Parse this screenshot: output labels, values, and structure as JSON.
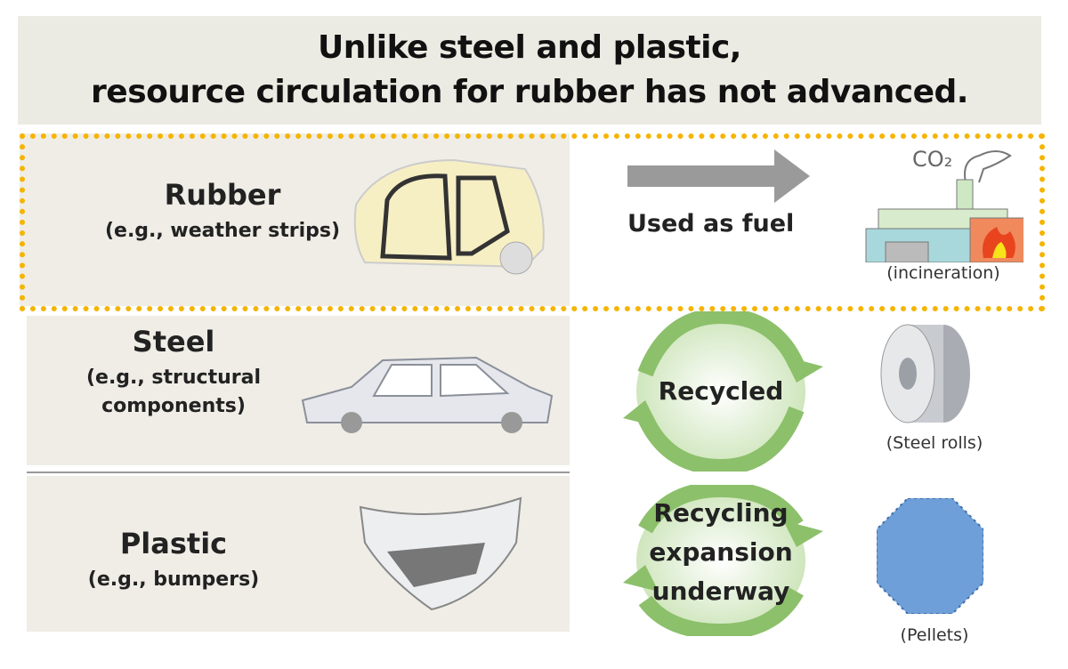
{
  "title": {
    "line1": "Unlike steel and plastic,",
    "line2": "resource circulation for rubber has not advanced."
  },
  "rows": [
    {
      "material": "Rubber",
      "example": "(e.g., weather strips)",
      "process": "Used as fuel",
      "result_caption": "(incineration)",
      "result_label": "CO₂"
    },
    {
      "material": "Steel",
      "example_line1": "(e.g., structural",
      "example_line2": "components)",
      "process": "Recycled",
      "result_caption": "(Steel rolls)"
    },
    {
      "material": "Plastic",
      "example": "(e.g., bumpers)",
      "process_line1": "Recycling",
      "process_line2": "expansion",
      "process_line3": "underway",
      "result_caption": "(Pellets)"
    }
  ],
  "colors": {
    "highlight": "#f5b400",
    "panel": "#efede6",
    "arrow": "#9a9a9a",
    "cycle": "#8cc06a"
  }
}
